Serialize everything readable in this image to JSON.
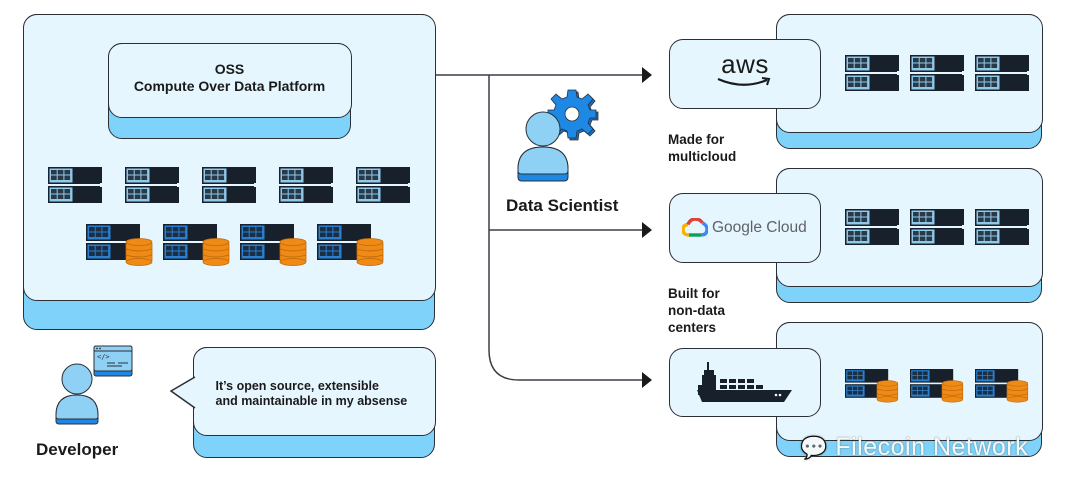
{
  "platform": {
    "title_line1": "OSS",
    "title_line2": "Compute Over Data Platform",
    "compute_servers": 5,
    "storage_servers": 4
  },
  "developer": {
    "label": "Developer",
    "quote_line1": "It’s open source, extensible",
    "quote_line2": "and maintainable in my absense",
    "icons": [
      "person-icon",
      "code-window-icon"
    ]
  },
  "data_scientist": {
    "label": "Data Scientist",
    "icons": [
      "person-icon",
      "gear-icon"
    ]
  },
  "targets": [
    {
      "id": "aws",
      "logo_text": "aws",
      "caption_lines": [
        "Made for",
        "multicloud"
      ],
      "server_type": "compute",
      "server_count": 3
    },
    {
      "id": "google-cloud",
      "logo_text": "Google Cloud",
      "caption_lines": [
        "Built for",
        "non-data",
        "centers"
      ],
      "server_type": "compute",
      "server_count": 3
    },
    {
      "id": "ship",
      "logo_text": "",
      "caption_lines": [],
      "server_type": "storage",
      "server_count": 3
    }
  ],
  "watermark": "Filecoin Network",
  "colors": {
    "card_face": "#e6f6fe",
    "card_shadow": "#7fd3fb",
    "outline": "#2b2f36",
    "server_dark": "#17202b",
    "server_light_panel": "#8fc9ea",
    "server_blue_panel": "#2a7fd0",
    "storage_orange": "#f08a16",
    "person_light": "#8fd0f5",
    "person_dark": "#1e88e5",
    "gear_blue": "#1e88e5"
  }
}
